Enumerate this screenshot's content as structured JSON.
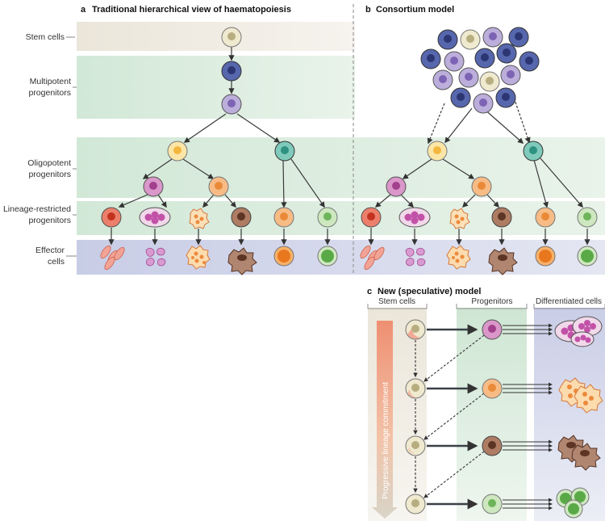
{
  "panel_a": {
    "letter": "a",
    "title": "Traditional hierarchical view of haematopoiesis",
    "row_labels": {
      "stem": "Stem cells",
      "multipotent": [
        "Multipotent",
        "progenitors"
      ],
      "oligopotent": [
        "Oligopotent",
        "progenitors"
      ],
      "lineage": [
        "Lineage-restricted",
        "progenitors"
      ],
      "effector": [
        "Effector",
        "cells"
      ]
    }
  },
  "panel_b": {
    "letter": "b",
    "title": "Consortium model"
  },
  "panel_c": {
    "letter": "c",
    "title": "New (speculative) model",
    "col_headers": {
      "stem": "Stem cells",
      "progenitors": "Progenitors",
      "differentiated": "Differentiated cells"
    },
    "axis_label": "Progressive lineage commitment"
  },
  "colors": {
    "stem_band": "#ece7dc",
    "green_band": "#d5e9da",
    "blue_band": "#cfd3e8",
    "stem_cell": "#e6dfbf",
    "multipotent_dark": "#4f5fa6",
    "multipotent_light": "#b6a8d6",
    "yellow": "#fbe3a2",
    "teal": "#72c4b6",
    "pink": "#d78fc6",
    "orange": "#f6b27a",
    "red": "#ea7b69",
    "brown": "#a8765d",
    "green": "#bfe0ad"
  }
}
